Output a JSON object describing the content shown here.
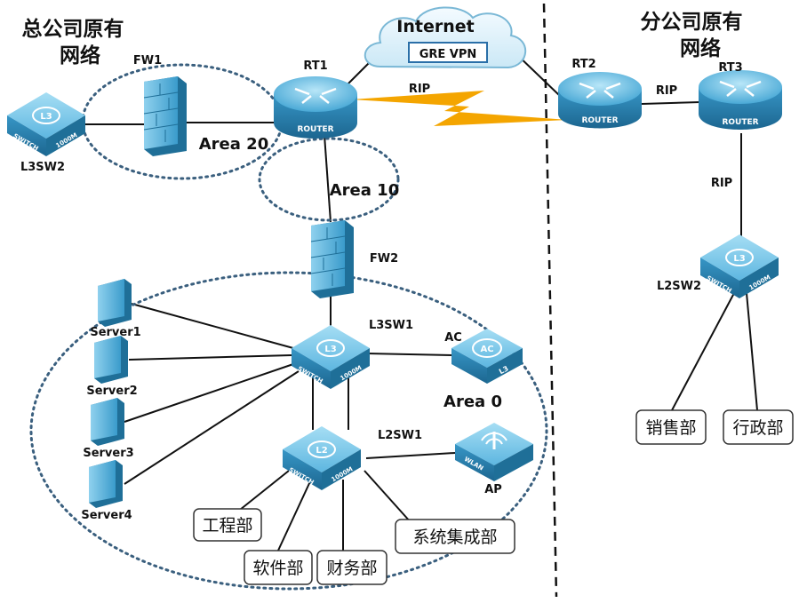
{
  "titles": {
    "hq_line1": "总公司原有",
    "hq_line2": "网络",
    "branch_line1": "分公司原有",
    "branch_line2": "网络"
  },
  "cloud": {
    "title": "Internet",
    "badge": "GRE VPN"
  },
  "devices": {
    "fw1": "FW1",
    "rt1": "RT1",
    "rt2": "RT2",
    "rt3": "RT3",
    "l3sw2": "L3SW2",
    "fw2": "FW2",
    "l3sw1": "L3SW1",
    "ac": "AC",
    "l2sw1": "L2SW1",
    "ap": "AP",
    "l2sw2": "L2SW2",
    "server1": "Server1",
    "server2": "Server2",
    "server3": "Server3",
    "server4": "Server4"
  },
  "icon_text": {
    "router": "ROUTER",
    "switch": "SWITCH",
    "speed": "1000M",
    "l3": "L3",
    "l2": "L2",
    "ac": "AC",
    "wlan": "WLAN"
  },
  "areas": {
    "area20": "Area 20",
    "area10": "Area 10",
    "area0": "Area 0"
  },
  "protocols": {
    "rip_wan": "RIP",
    "rip_rt2_rt3": "RIP",
    "rip_rt3_sw": "RIP"
  },
  "departments": {
    "engineering": "工程部",
    "software": "软件部",
    "finance": "财务部",
    "integration": "系统集成部",
    "sales": "销售部",
    "admin": "行政部"
  },
  "colors": {
    "device_top": "#7ec9ea",
    "device_side": "#2f89b8",
    "device_dark": "#1f6f98",
    "area_ellipse": "#3a5f7e",
    "wan_bolt": "#f4a500",
    "cloud_fill": "#dff2fb",
    "cloud_stroke": "#7ab8d6",
    "badge_stroke": "#2a6fa8"
  }
}
